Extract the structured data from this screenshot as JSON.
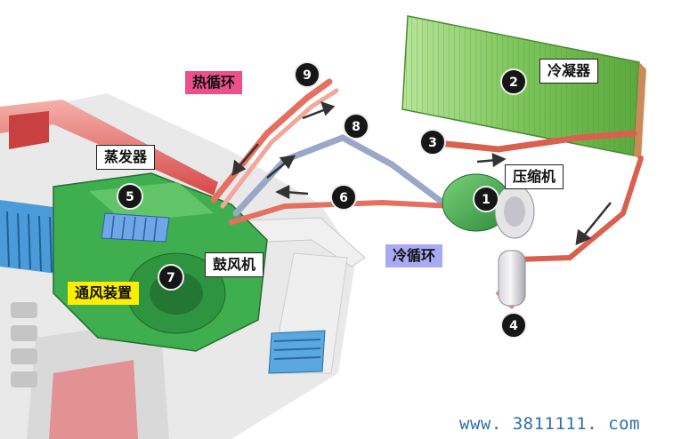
{
  "labels": {
    "hot_cycle": "热循环",
    "condenser": "冷凝器",
    "evaporator": "蒸发器",
    "compressor": "压缩机",
    "blower": "鼓风机",
    "cold_cycle": "冷循环",
    "ventilation": "通风装置"
  },
  "markers": [
    "1",
    "2",
    "3",
    "4",
    "5",
    "6",
    "7",
    "8",
    "9"
  ],
  "watermark": "www. 3811111. com",
  "colors": {
    "hot_pipe": "#e5705f",
    "cold_pipe": "#9aa8c8",
    "hvac_green": "#3fae4e",
    "condenser_green": "#8ccf6a",
    "dash_red": "#e33c3c",
    "hot_label_bg": "#ec4f8a",
    "cold_label_bg": "#a9a9f4",
    "vent_label_bg": "#ffee00"
  }
}
